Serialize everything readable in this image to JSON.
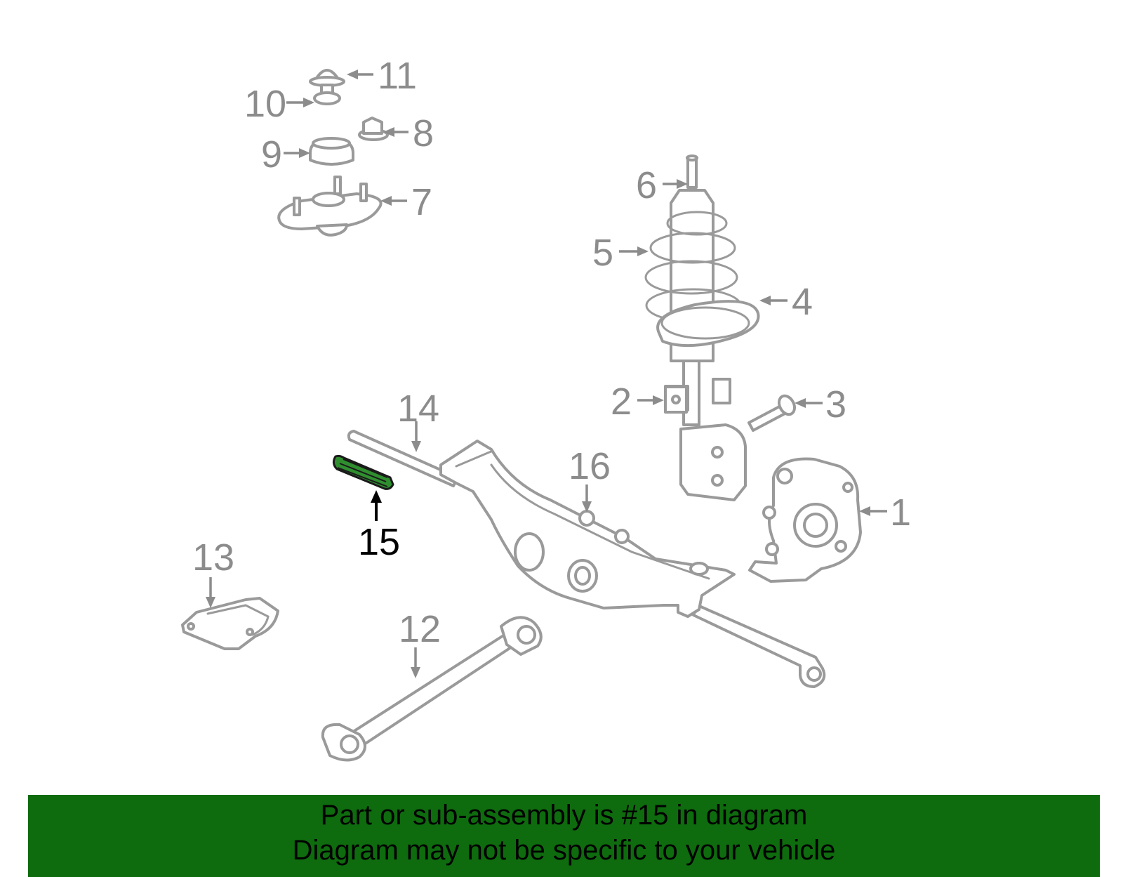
{
  "diagram": {
    "highlight_color": "#2f8f2f",
    "footer_color": "#0e6b0e",
    "callouts": {
      "c1": "1",
      "c2": "2",
      "c3": "3",
      "c4": "4",
      "c5": "5",
      "c6": "6",
      "c7": "7",
      "c8": "8",
      "c9": "9",
      "c10": "10",
      "c11": "11",
      "c12": "12",
      "c13": "13",
      "c14": "14",
      "c15": "15",
      "c16": "16"
    }
  },
  "footer": {
    "line1": "Part or sub-assembly is #15 in diagram",
    "line2": "Diagram may not be specific to your vehicle"
  }
}
